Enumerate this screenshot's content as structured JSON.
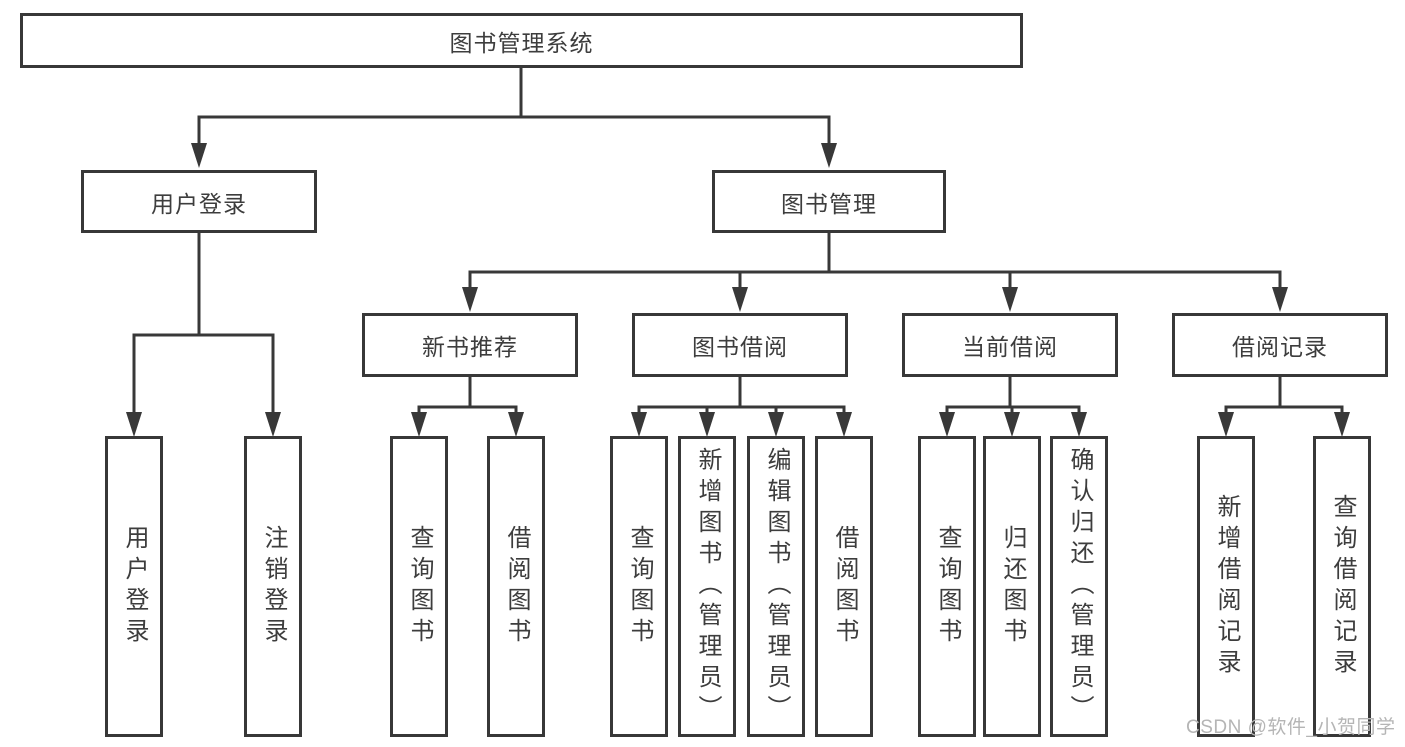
{
  "nodes": {
    "root": {
      "label": "图书管理系统"
    },
    "level2": [
      {
        "label": "用户登录"
      },
      {
        "label": "图书管理"
      }
    ],
    "level3": [
      {
        "label": "新书推荐"
      },
      {
        "label": "图书借阅"
      },
      {
        "label": "当前借阅"
      },
      {
        "label": "借阅记录"
      }
    ],
    "leaves": [
      {
        "label": "用户登录"
      },
      {
        "label": "注销登录"
      },
      {
        "label": "查询图书"
      },
      {
        "label": "借阅图书"
      },
      {
        "label": "查询图书"
      },
      {
        "label": "新增图书（管理员）"
      },
      {
        "label": "编辑图书（管理员）"
      },
      {
        "label": "借阅图书"
      },
      {
        "label": "查询图书"
      },
      {
        "label": "归还图书"
      },
      {
        "label": "确认归还（管理员）"
      },
      {
        "label": "新增借阅记录"
      },
      {
        "label": "查询借阅记录"
      }
    ]
  },
  "watermark": "CSDN @软件_小贺同学",
  "colors": {
    "line": "#383838",
    "text": "#3d3d3d",
    "background": "#ffffff",
    "watermark": "#b5b5b5"
  }
}
